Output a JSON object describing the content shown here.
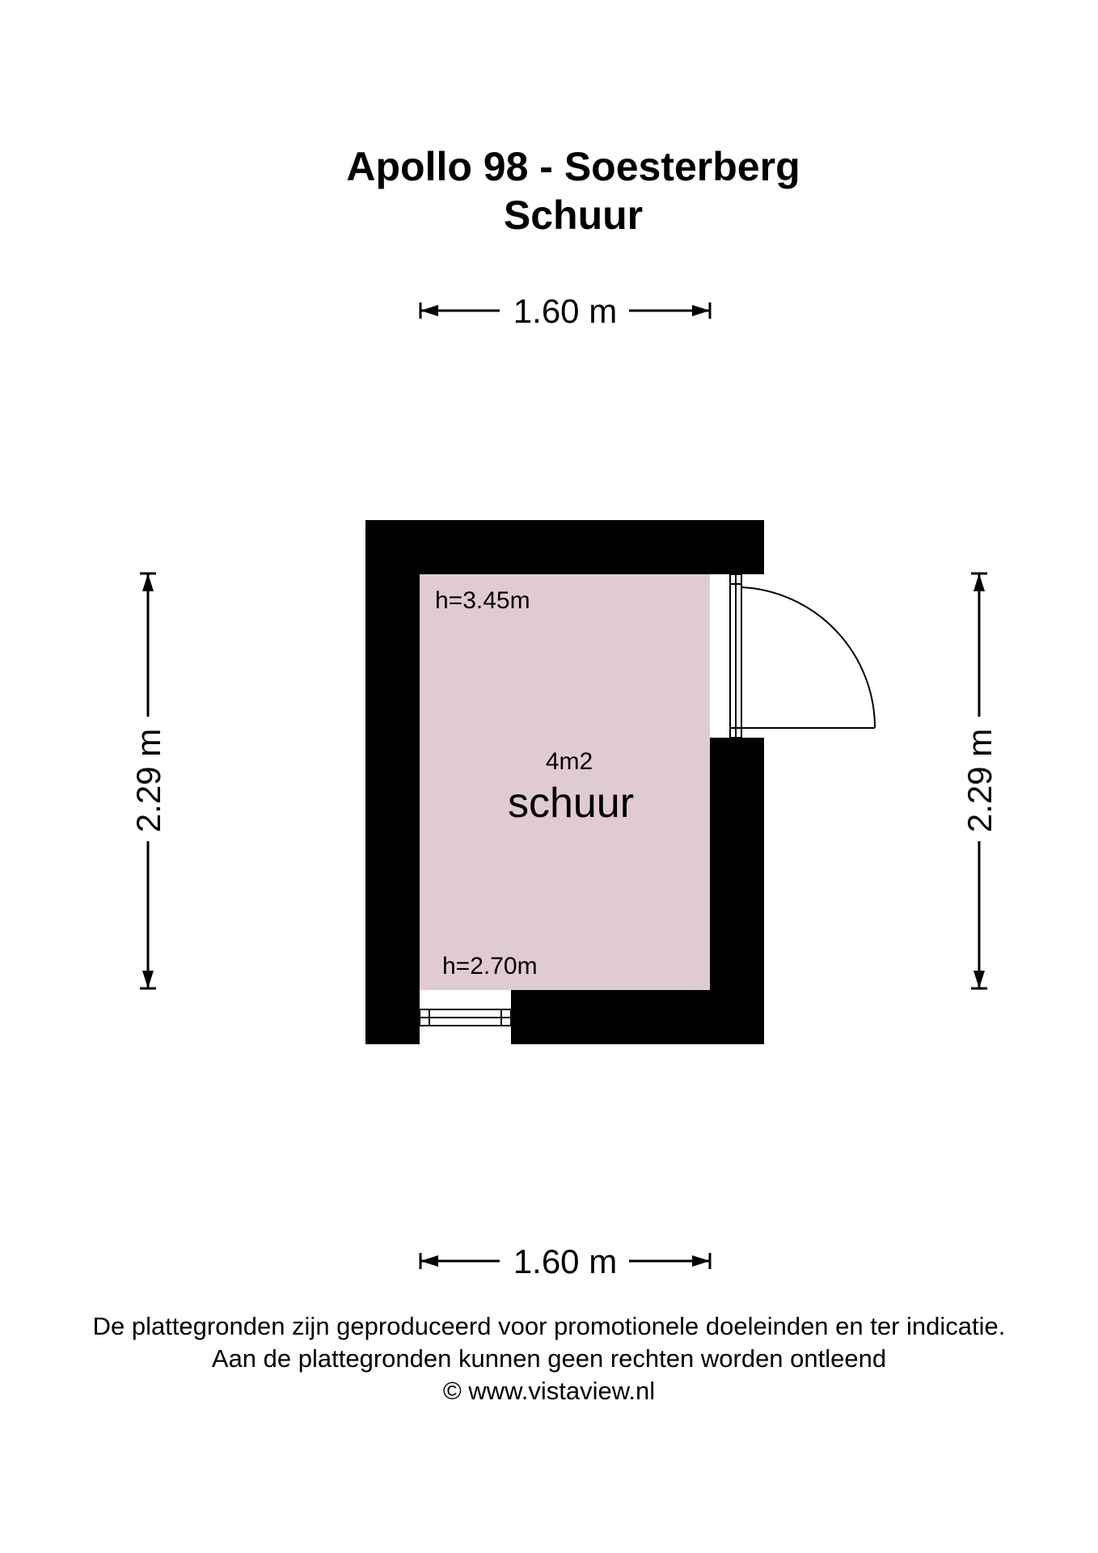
{
  "title": {
    "line1": "Apollo 98 - Soesterberg",
    "line2": "Schuur"
  },
  "dimensions": {
    "top": "1.60 m",
    "bottom": "1.60 m",
    "left": "2.29 m",
    "right": "2.29 m"
  },
  "room": {
    "area": "4m2",
    "name": "schuur",
    "height_top": "h=3.45m",
    "height_bottom": "h=2.70m",
    "fill_color": "#e1cbd3",
    "wall_color": "#000000"
  },
  "footer": {
    "line1": "De plattegronden zijn geproduceerd voor promotionele doeleinden en ter indicatie.",
    "line2": "Aan de plattegronden kunnen geen rechten worden ontleend",
    "line3": "© www.vistaview.nl"
  }
}
